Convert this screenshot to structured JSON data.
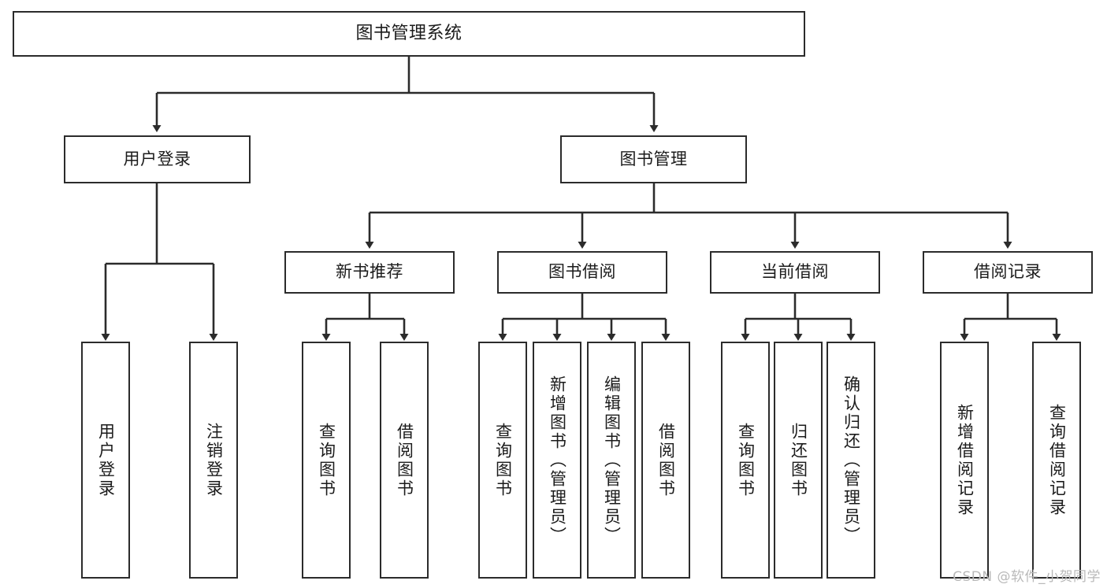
{
  "diagram": {
    "title": "图书管理系统",
    "type": "tree-hierarchy",
    "stroke_color": "#2b2b2b",
    "fill_color": "#ffffff",
    "text_color": "#1b1b1b"
  },
  "root": {
    "label": "图书管理系统"
  },
  "branches": [
    {
      "label": "用户登录"
    },
    {
      "label": "图书管理"
    }
  ],
  "subbranches": [
    {
      "label": "新书推荐"
    },
    {
      "label": "图书借阅"
    },
    {
      "label": "当前借阅"
    },
    {
      "label": "借阅记录"
    }
  ],
  "leaves": {
    "user_login": [
      {
        "label": "用户登录"
      },
      {
        "label": "注销登录"
      }
    ],
    "new_book_recommend": [
      {
        "label": "查询图书"
      },
      {
        "label": "借阅图书"
      }
    ],
    "book_borrow": [
      {
        "label": "查询图书"
      },
      {
        "label": "新增图书（管理员）"
      },
      {
        "label": "编辑图书（管理员）"
      },
      {
        "label": "借阅图书"
      }
    ],
    "current_borrow": [
      {
        "label": "查询图书"
      },
      {
        "label": "归还图书"
      },
      {
        "label": "确认归还（管理员）"
      }
    ],
    "borrow_record": [
      {
        "label": "新增借阅记录"
      },
      {
        "label": "查询借阅记录"
      }
    ]
  },
  "watermark": {
    "text": "CSDN @软件_小贺同学"
  }
}
